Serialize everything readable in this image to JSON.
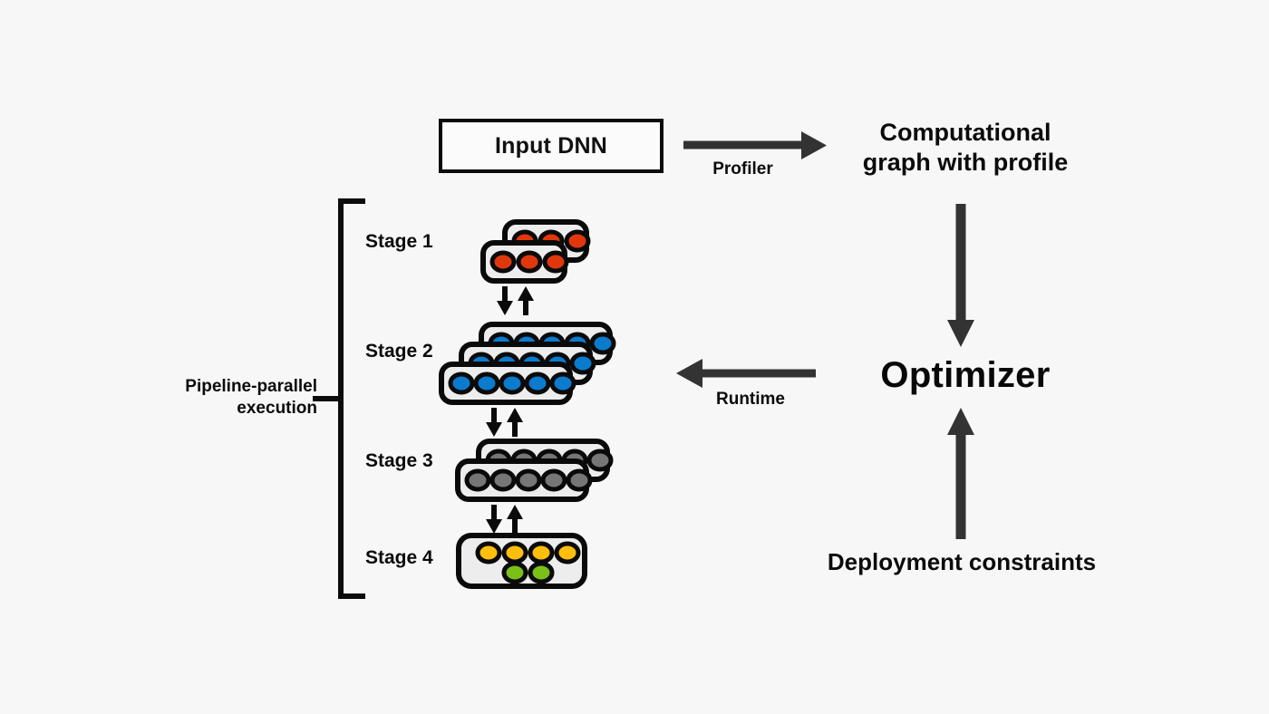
{
  "diagram": {
    "title": "Pipeline-parallel execution optimizer flow",
    "background_color": "#f7f7f7",
    "input": {
      "label": "Input DNN",
      "box_stroke": "#0a0a0a",
      "box_fill": "#fbfbfb"
    },
    "nodes": {
      "computational_graph": "Computational\ngraph with profile",
      "optimizer": "Optimizer",
      "deployment_constraints": "Deployment constraints"
    },
    "arrows": [
      {
        "name": "profiler-arrow",
        "label": "Profiler",
        "direction": "right",
        "color": "#333333"
      },
      {
        "name": "graph-to-optimizer-arrow",
        "label": "",
        "direction": "down",
        "color": "#333333"
      },
      {
        "name": "runtime-arrow",
        "label": "Runtime",
        "direction": "left",
        "color": "#333333"
      },
      {
        "name": "constraints-to-optimizer-arrow",
        "label": "",
        "direction": "up",
        "color": "#333333"
      }
    ],
    "bracket": {
      "label": "Pipeline-parallel\nexecution",
      "color": "#0b0b0b"
    },
    "stages": [
      {
        "label": "Stage 1",
        "layers": 2,
        "circles_per_layer": 3,
        "circle_color": "#e0380c",
        "box_fill": "#ededed",
        "box_stroke": "#0a0a0a"
      },
      {
        "label": "Stage 2",
        "layers": 3,
        "circles_per_layer": 5,
        "circle_color": "#0b7bce",
        "box_fill": "#ededed",
        "box_stroke": "#0a0a0a"
      },
      {
        "label": "Stage 3",
        "layers": 2,
        "circles_per_layer": 5,
        "circle_color": "#767676",
        "box_fill": "#ededed",
        "box_stroke": "#0a0a0a"
      },
      {
        "label": "Stage 4",
        "layers": 1,
        "circles_per_layer": 4,
        "circles_second_row": 2,
        "circle_color": "#ffbe0b",
        "circle_color_secondary": "#7ac017",
        "box_fill": "#ededed",
        "box_stroke": "#0a0a0a"
      }
    ],
    "inter_stage_arrows": {
      "name": "bidirectional-stage-arrows",
      "count": 3,
      "color": "#0a0a0a",
      "directions": [
        "down",
        "up"
      ]
    }
  }
}
